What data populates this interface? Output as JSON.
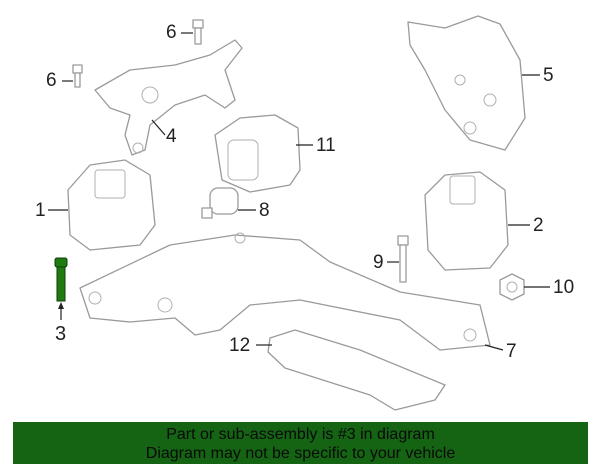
{
  "callouts": {
    "c1": "1",
    "c2": "2",
    "c3": "3",
    "c4": "4",
    "c5": "5",
    "c6a": "6",
    "c6b": "6",
    "c7": "7",
    "c8": "8",
    "c9": "9",
    "c10": "10",
    "c11": "11",
    "c12": "12"
  },
  "highlight_color": "#1f7a10",
  "banner": {
    "line1": "Part or sub-assembly is #3 in diagram",
    "line2": "Diagram may not be specific to your vehicle",
    "color": "#146414"
  }
}
